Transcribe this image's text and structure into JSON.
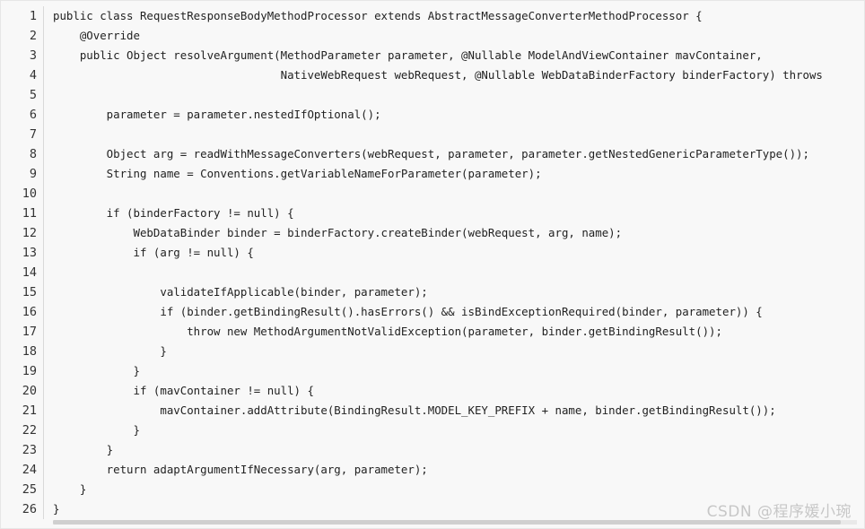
{
  "code": {
    "line_numbers": [
      "1",
      "2",
      "3",
      "4",
      "5",
      "6",
      "7",
      "8",
      "9",
      "10",
      "11",
      "12",
      "13",
      "14",
      "15",
      "16",
      "17",
      "18",
      "19",
      "20",
      "21",
      "22",
      "23",
      "24",
      "25",
      "26"
    ],
    "lines": [
      "public class RequestResponseBodyMethodProcessor extends AbstractMessageConverterMethodProcessor {",
      "    @Override",
      "    public Object resolveArgument(MethodParameter parameter, @Nullable ModelAndViewContainer mavContainer,",
      "                                  NativeWebRequest webRequest, @Nullable WebDataBinderFactory binderFactory) throws",
      "",
      "        parameter = parameter.nestedIfOptional();",
      "",
      "        Object arg = readWithMessageConverters(webRequest, parameter, parameter.getNestedGenericParameterType());",
      "        String name = Conventions.getVariableNameForParameter(parameter);",
      "",
      "        if (binderFactory != null) {",
      "            WebDataBinder binder = binderFactory.createBinder(webRequest, arg, name);",
      "            if (arg != null) {",
      "",
      "                validateIfApplicable(binder, parameter);",
      "                if (binder.getBindingResult().hasErrors() && isBindExceptionRequired(binder, parameter)) {",
      "                    throw new MethodArgumentNotValidException(parameter, binder.getBindingResult());",
      "                }",
      "            }",
      "            if (mavContainer != null) {",
      "                mavContainer.addAttribute(BindingResult.MODEL_KEY_PREFIX + name, binder.getBindingResult());",
      "            }",
      "        }",
      "        return adaptArgumentIfNecessary(arg, parameter);",
      "    }",
      "}"
    ]
  },
  "watermark": "CSDN @程序媛小琬"
}
